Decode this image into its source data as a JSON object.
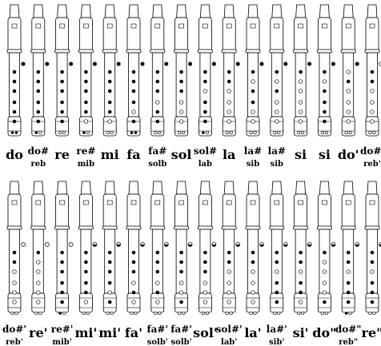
{
  "fingering_chart": {
    "rows": [
      {
        "notes": [
          {
            "label": "do",
            "sub": "",
            "thumb": "c",
            "holes": "ccccccc",
            "double": "cc"
          },
          {
            "label": "do#",
            "sub": "reb",
            "thumb": "c",
            "holes": "cccccch",
            "double": "co"
          },
          {
            "label": "re",
            "sub": "",
            "thumb": "c",
            "holes": "cccccco",
            "double": "oo"
          },
          {
            "label": "re#",
            "sub": "mib",
            "thumb": "c",
            "holes": "cccccoo",
            "double": "co"
          },
          {
            "label": "mi",
            "sub": "",
            "thumb": "c",
            "holes": "cccccoo",
            "double": "oo"
          },
          {
            "label": "fa",
            "sub": "",
            "thumb": "c",
            "holes": "ccccocc",
            "double": "cc"
          },
          {
            "label": "fa#",
            "sub": "solb",
            "thumb": "c",
            "holes": "cccoccc",
            "double": "oo"
          },
          {
            "label": "sol",
            "sub": "",
            "thumb": "c",
            "holes": "cccoooo",
            "double": "oo"
          },
          {
            "label": "sol#",
            "sub": "lab",
            "thumb": "c",
            "holes": "ccocccc",
            "double": "co"
          },
          {
            "label": "la",
            "sub": "",
            "thumb": "c",
            "holes": "ccooooo",
            "double": "oo"
          },
          {
            "label": "la#",
            "sub": "sib",
            "thumb": "c",
            "holes": "coccooo",
            "double": "oo"
          },
          {
            "label": "la#",
            "sub": "sib",
            "thumb": "c",
            "holes": "cocoooo",
            "double": "oo"
          },
          {
            "label": "si",
            "sub": "",
            "thumb": "c",
            "holes": "coooooo",
            "double": "oo"
          },
          {
            "label": "si",
            "sub": "",
            "thumb": "c",
            "holes": "cocccco",
            "double": "oo"
          },
          {
            "label": "do'",
            "sub": "",
            "thumb": "c",
            "holes": "ocooooo",
            "double": "oo"
          },
          {
            "label": "do#'",
            "sub": "reb'",
            "thumb": "o",
            "holes": "ccooooo",
            "double": "oo"
          }
        ]
      },
      {
        "notes": [
          {
            "label": "do#'",
            "sub": "reb'",
            "thumb": "o",
            "holes": "ccooooo",
            "double": "oo"
          },
          {
            "label": "re'",
            "sub": "",
            "thumb": "o",
            "holes": "coooooo",
            "double": "oo"
          },
          {
            "label": "re#'",
            "sub": "mib'",
            "thumb": "o",
            "holes": "ccccccc",
            "double": "co"
          },
          {
            "label": "mi'",
            "sub": "",
            "thumb": "h",
            "holes": "cccccoo",
            "double": "oo"
          },
          {
            "label": "mi'",
            "sub": "",
            "thumb": "h",
            "holes": "ccccoco",
            "double": "oo"
          },
          {
            "label": "fa'",
            "sub": "",
            "thumb": "h",
            "holes": "cccocoo",
            "double": "oo"
          },
          {
            "label": "fa#'",
            "sub": "solb'",
            "thumb": "h",
            "holes": "cccococ",
            "double": "oo"
          },
          {
            "label": "fa#'",
            "sub": "solb'",
            "thumb": "h",
            "holes": "cccoocc",
            "double": "oo"
          },
          {
            "label": "sol'",
            "sub": "",
            "thumb": "h",
            "holes": "cccoooo",
            "double": "oo"
          },
          {
            "label": "sol#'",
            "sub": "lab'",
            "thumb": "h",
            "holes": "ccooooo",
            "double": "oo"
          },
          {
            "label": "la'",
            "sub": "",
            "thumb": "h",
            "holes": "ccooooo",
            "double": "oo"
          },
          {
            "label": "la#'",
            "sub": "sib'",
            "thumb": "h",
            "holes": "ccoccco",
            "double": "oo"
          },
          {
            "label": "si'",
            "sub": "",
            "thumb": "h",
            "holes": "ccoccoo",
            "double": "oo"
          },
          {
            "label": "do\"",
            "sub": "",
            "thumb": "h",
            "holes": "cooooco",
            "double": "oo"
          },
          {
            "label": "do#\"",
            "sub": "reb\"",
            "thumb": "h",
            "holes": "ccoccco",
            "double": "co"
          },
          {
            "label": "re\"",
            "sub": "",
            "thumb": "h",
            "holes": "ccoccco",
            "double": "oo"
          }
        ]
      }
    ]
  }
}
